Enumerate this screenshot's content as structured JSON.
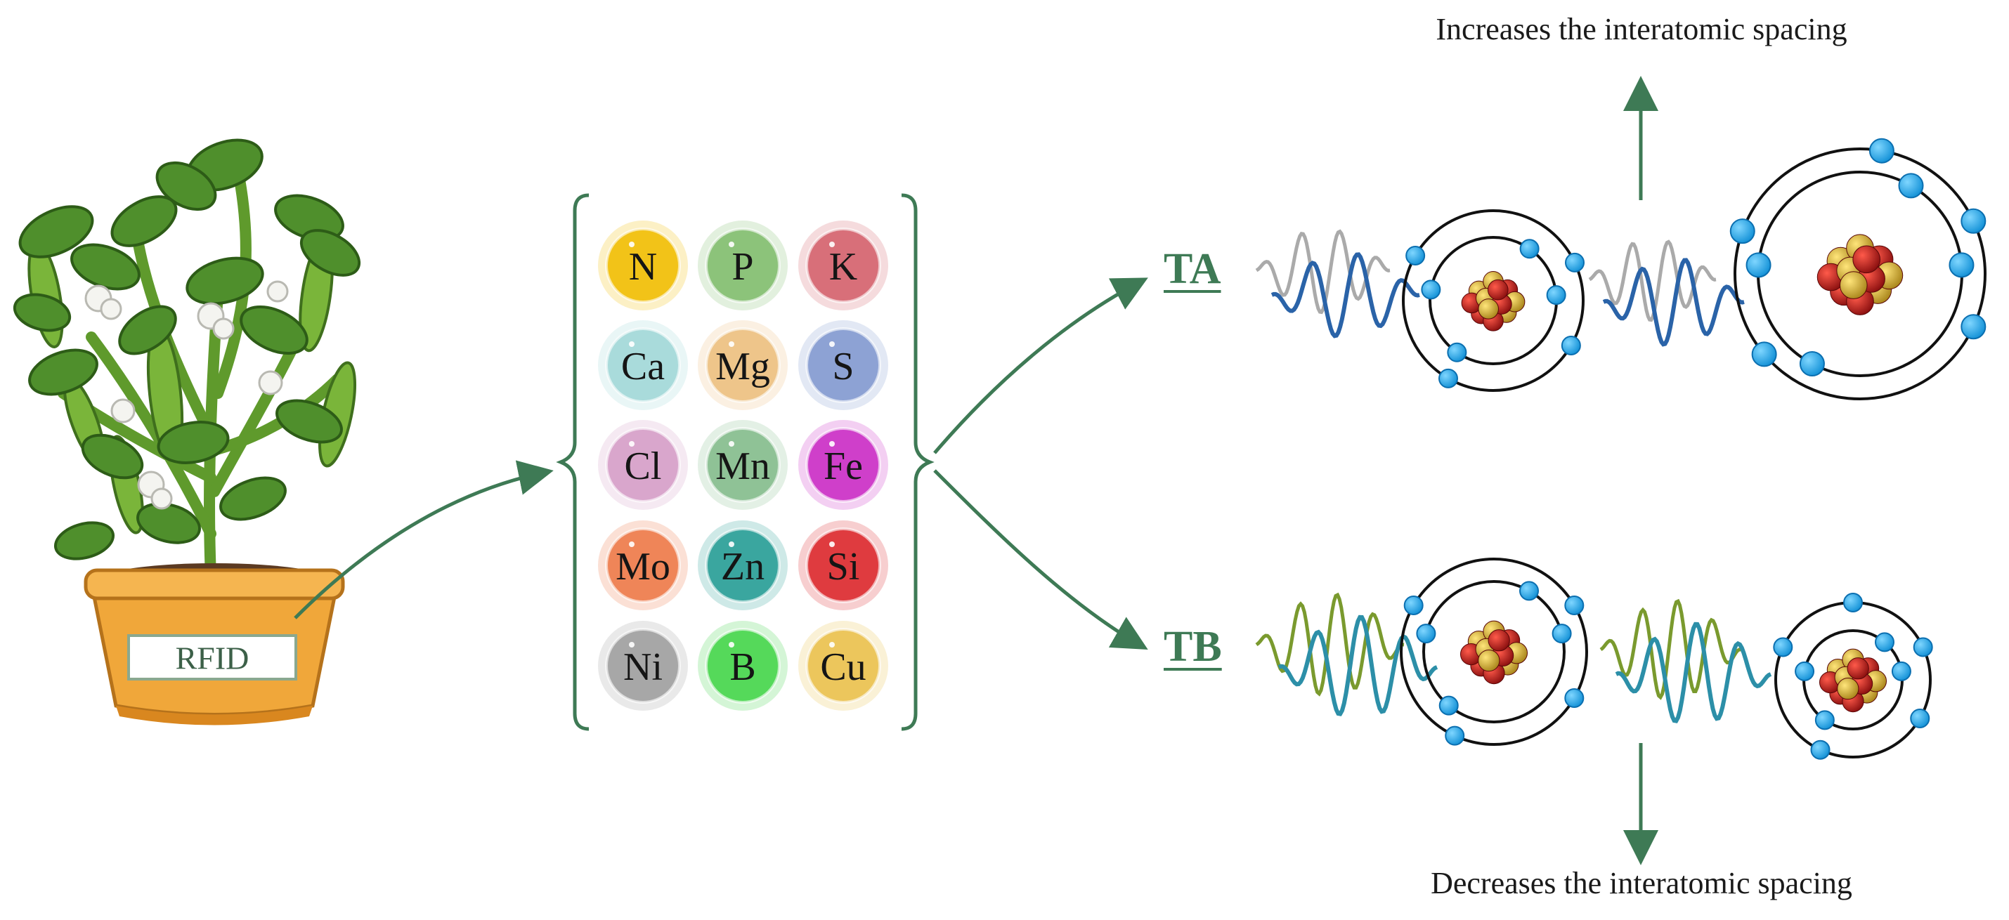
{
  "captions": {
    "increase": "Increases the interatomic spacing",
    "decrease": "Decreases the interatomic spacing"
  },
  "plant": {
    "rfid_label": "RFID"
  },
  "nutrients": [
    {
      "symbol": "N",
      "color": "#f2c318"
    },
    {
      "symbol": "P",
      "color": "#8cc37a"
    },
    {
      "symbol": "K",
      "color": "#d86f79"
    },
    {
      "symbol": "Ca",
      "color": "#a9dbdb"
    },
    {
      "symbol": "Mg",
      "color": "#eec58a"
    },
    {
      "symbol": "S",
      "color": "#8da2d4"
    },
    {
      "symbol": "Cl",
      "color": "#d9a6cc"
    },
    {
      "symbol": "Mn",
      "color": "#8fc296"
    },
    {
      "symbol": "Fe",
      "color": "#cf3fca"
    },
    {
      "symbol": "Mo",
      "color": "#ef8558"
    },
    {
      "symbol": "Zn",
      "color": "#3aa69f"
    },
    {
      "symbol": "Si",
      "color": "#df3b3f"
    },
    {
      "symbol": "Ni",
      "color": "#a7a7a7"
    },
    {
      "symbol": "B",
      "color": "#55d95a"
    },
    {
      "symbol": "Cu",
      "color": "#ecc65c"
    }
  ],
  "branches": {
    "ta_label": "TA",
    "tb_label": "TB"
  },
  "colors": {
    "arrow": "#3e7a55",
    "electron": "#1aa3e6",
    "wave_ta_back": "#aaaaaa",
    "wave_ta_front": "#2a63a8",
    "wave_tb_back": "#7a9a2e",
    "wave_tb_front": "#2c8fa8",
    "nucleus_red": "#c41a1a",
    "nucleus_gold": "#d8b428"
  }
}
